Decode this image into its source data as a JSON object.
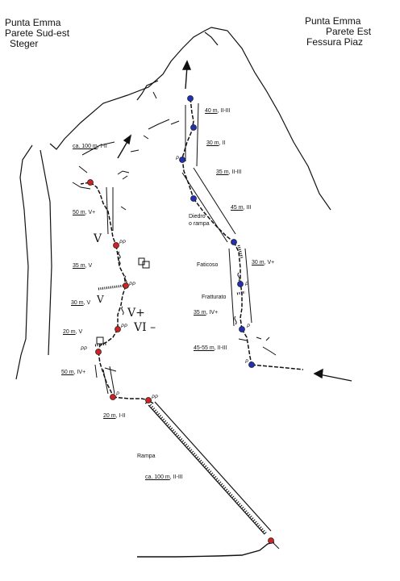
{
  "left_header": {
    "line1": "Punta Emma",
    "line2": "Parete Sud-est",
    "line3": "Steger"
  },
  "right_header": {
    "line1": "Punta Emma",
    "line2": "Parete Est",
    "line3": "Fessura Piaz"
  },
  "steger_pitches": [
    {
      "len": "ca. 100 m",
      "grade": "I-II"
    },
    {
      "len": "50 m",
      "grade": "V+"
    },
    {
      "len": "35 m",
      "grade": "V"
    },
    {
      "len": "30 m",
      "grade": "V"
    },
    {
      "len": "20 m",
      "grade": "V"
    },
    {
      "len": "50 m",
      "grade": "IV+"
    },
    {
      "len": "20 m",
      "grade": "I-II"
    }
  ],
  "hand_grades": {
    "v_top": "V",
    "v_plus": "V+",
    "vi_minus": "VI –",
    "v_mid": "V"
  },
  "rampa": {
    "label": "Rampa",
    "len": "ca. 100 m",
    "grade": "II-III"
  },
  "piaz_pitches": [
    {
      "len": "40 m",
      "grade": "II-III"
    },
    {
      "len": "30 m",
      "grade": "II"
    },
    {
      "len": "35 m",
      "grade": "II-III"
    },
    {
      "len": "45 m",
      "grade": "III"
    },
    {
      "len": "30 m",
      "grade": "V+"
    },
    {
      "len": "35 m",
      "grade": "IV+"
    },
    {
      "len": "45-55 m",
      "grade": "II-III"
    }
  ],
  "features": {
    "diedro1": "Diedro",
    "diedro2": "o rampa",
    "faticoso": "Faticoso",
    "fratturato": "Fratturato"
  },
  "pp": "PP",
  "p": "P",
  "colors": {
    "steger_belay": "#d42020",
    "piaz_belay": "#2030b8",
    "ink": "#111111"
  }
}
